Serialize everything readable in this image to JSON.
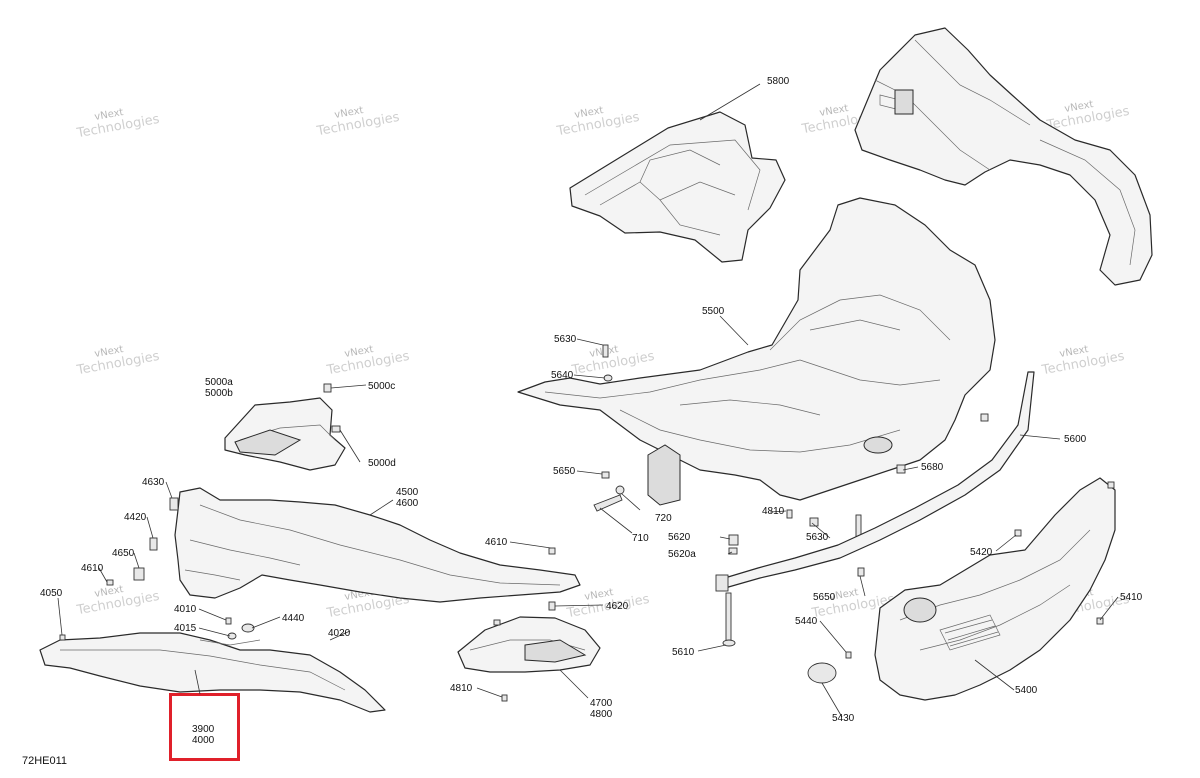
{
  "diagram": {
    "code": "72HE011",
    "watermark": {
      "line1": "vNext",
      "line2": "Technologies",
      "full": "vNext Technologies"
    },
    "callouts": {
      "p5800": "5800",
      "p5500": "5500",
      "p5630a": "5630",
      "p5640": "5640",
      "p5650a": "5650",
      "p720": "720",
      "p710": "710",
      "p4810a": "4810",
      "p5620": "5620",
      "p5620a": "5620a",
      "p5630b": "5630",
      "p5610": "5610",
      "p5600": "5600",
      "p5680": "5680",
      "p5420": "5420",
      "p5410": "5410",
      "p5650b": "5650",
      "p5440": "5440",
      "p5430": "5430",
      "p5400": "5400",
      "p5000a": "5000a",
      "p5000b": "5000b",
      "p5000c": "5000c",
      "p5000d": "5000d",
      "p4630": "4630",
      "p4420": "4420",
      "p4650": "4650",
      "p4610a": "4610",
      "p4050": "4050",
      "p4010": "4010",
      "p4015": "4015",
      "p4440": "4440",
      "p4020": "4020",
      "p4500": "4500",
      "p4600": "4600",
      "p4610b": "4610",
      "p4620": "4620",
      "p4810b": "4810",
      "p4700": "4700",
      "p4800": "4800",
      "p3900": "3900",
      "p4000": "4000"
    },
    "highlight_color": "#e0202a"
  }
}
